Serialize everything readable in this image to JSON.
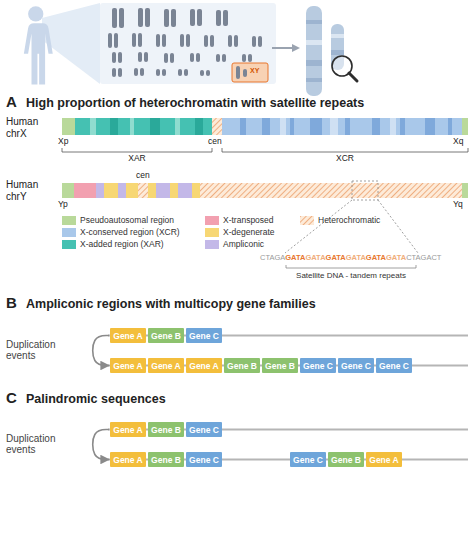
{
  "diagram": {
    "nodes": [
      {
        "text": [
          "Gene A"
        ]
      },
      {
        "text": [
          "Gene B"
        ]
      },
      {
        "text": [
          "Gene C"
        ]
      },
      {
        "text": [
          "Gene A"
        ]
      },
      {
        "text": [
          "Gene A"
        ]
      },
      {
        "text": [
          "Gene A"
        ]
      },
      {
        "text": [
          "Gene B"
        ]
      },
      {
        "text": [
          "Gene B"
        ]
      },
      {
        "text": [
          "Gene C"
        ]
      },
      {
        "text": [
          "Gene C"
        ]
      },
      {
        "text": [
          "Gene C"
        ]
      },
      {
        "text": [
          "Gene A"
        ]
      },
      {
        "text": [
          "Gene B"
        ]
      },
      {
        "text": [
          "Gene C"
        ]
      },
      {
        "text": [
          "Gene A"
        ]
      },
      {
        "text": [
          "Gene B"
        ]
      },
      {
        "text": [
          "Gene C"
        ]
      },
      {
        "text": [
          "Gene C"
        ]
      },
      {
        "text": [
          "Gene B"
        ]
      },
      {
        "text": [
          "Gene A"
        ]
      }
    ],
    "edges": [
      {
        "from": 0,
        "to": 3,
        "arrow": "to",
        "label": "Duplication events"
      },
      {
        "from": 11,
        "to": 14,
        "arrow": "to",
        "label": "Duplication events"
      }
    ],
    "labels": [
      "XY",
      "A",
      "High proportion of heterochromatin with satellite repeats",
      "Human chrX",
      "Xp",
      "cen",
      "XAR",
      "XCR",
      "Xq",
      "Human chrY",
      "cen",
      "Yp",
      "Yq",
      "CTAGA",
      "GATA",
      "GATA",
      "GATA",
      "GATA",
      "GATA",
      "GATA",
      "CTAGACT",
      "Satellite DNA - tandem repeats",
      "B",
      "Ampliconic regions with multicopy gene families",
      "C",
      "Palindromic sequences"
    ],
    "legend": [
      {
        "text": "Pseudoautosomal region",
        "color": "#b9d99a"
      },
      {
        "text": "X-conserved region (XCR)",
        "color": "#a9c8ea"
      },
      {
        "text": "X-added region (XAR)",
        "color": "#45c1b2"
      },
      {
        "text": "X-transposed",
        "color": "#f2a0b0"
      },
      {
        "text": "X-degenerate",
        "color": "#f7d774"
      },
      {
        "text": "Ampliconic",
        "color": "#c3b8e8"
      },
      {
        "text": "Heterochromatic"
      }
    ]
  }
}
